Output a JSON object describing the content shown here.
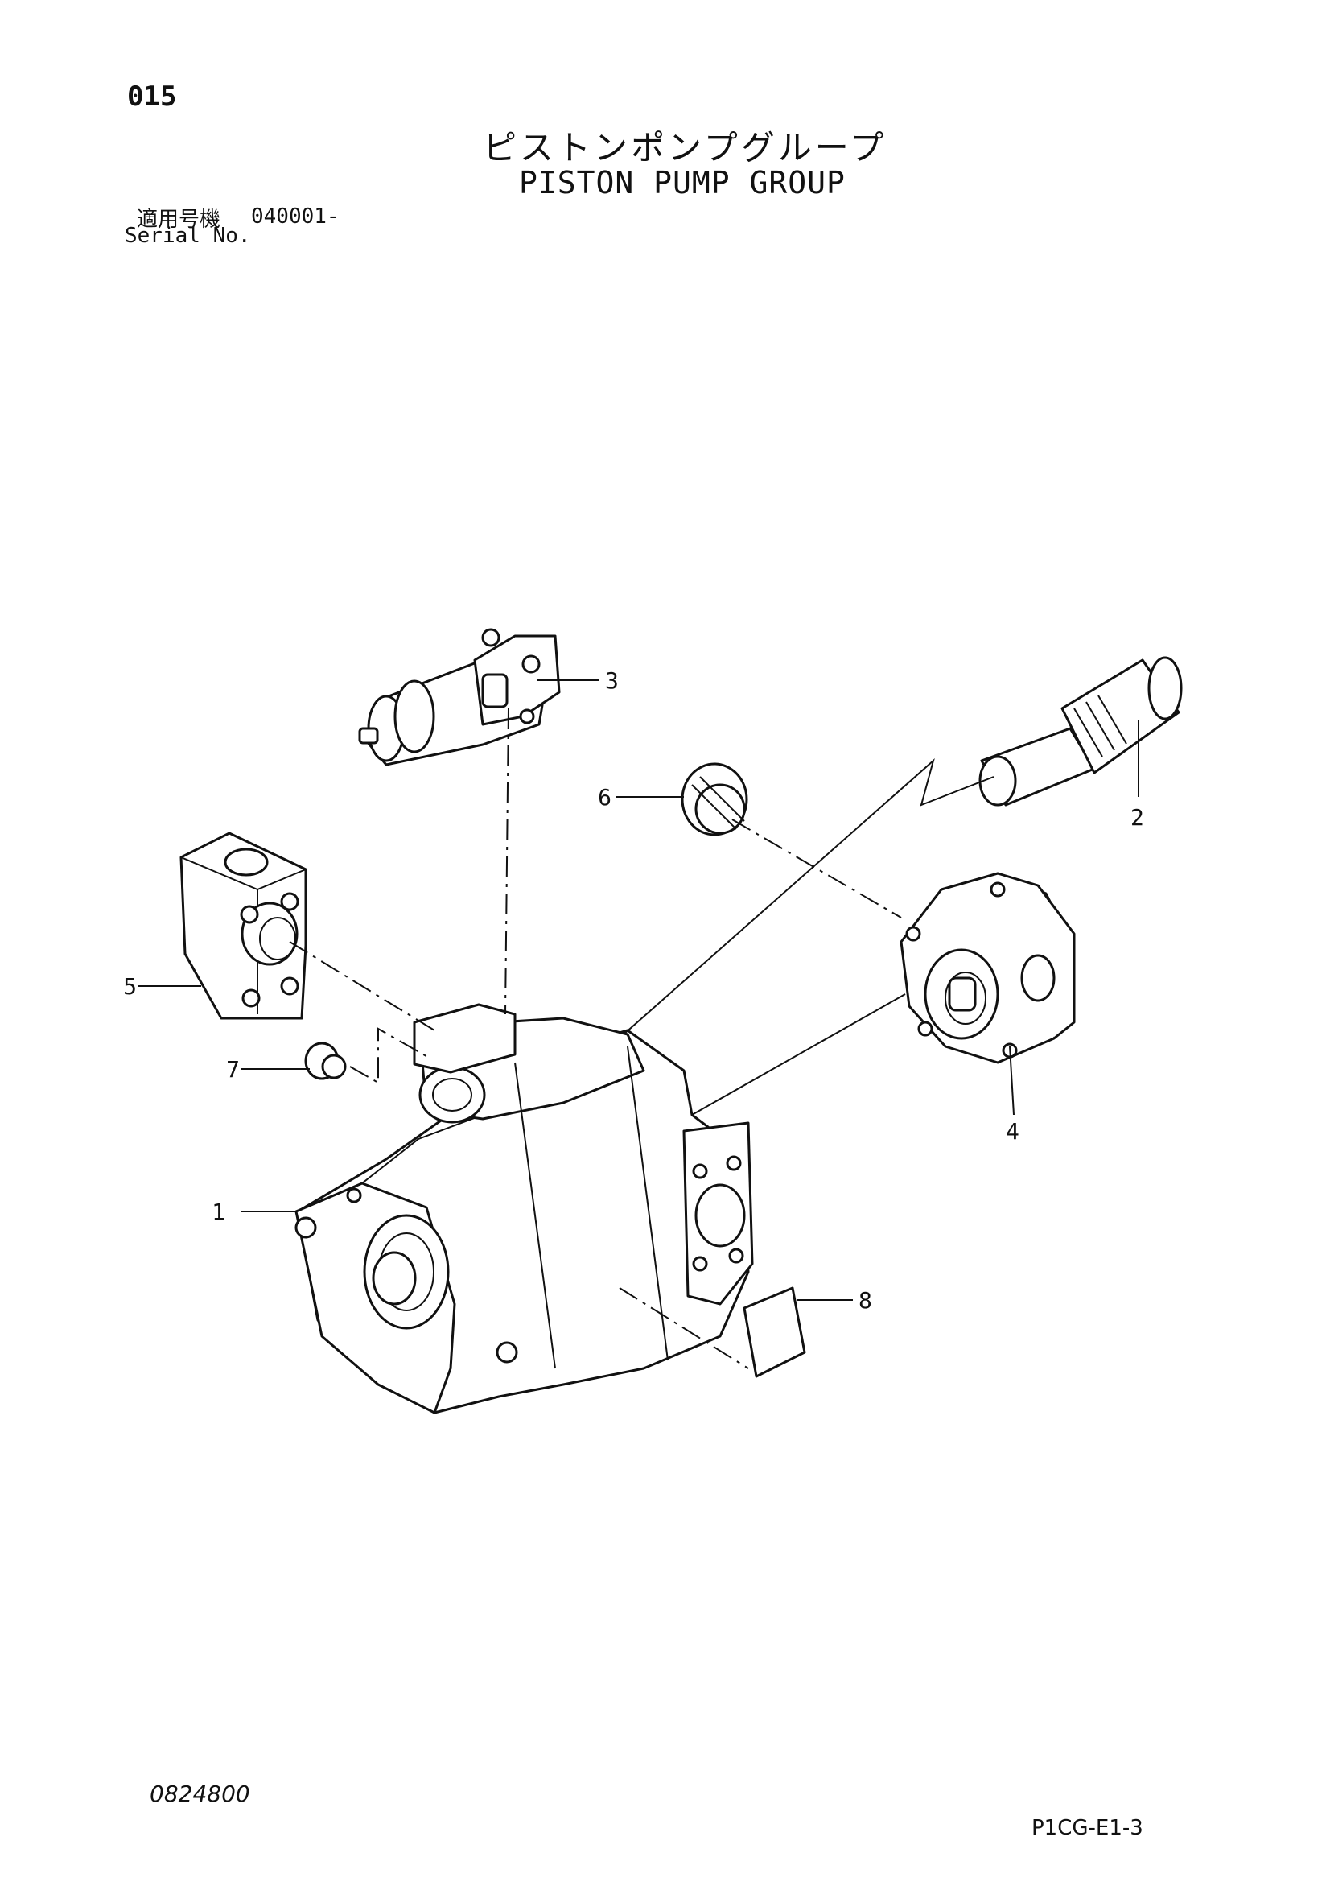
{
  "page_number": "015",
  "title_ja": "ピストンポンプグループ",
  "title_en": "PISTON PUMP GROUP",
  "serial_label_ja": "適用号機",
  "serial_value": "040001-",
  "serial_label_en": "Serial No.",
  "drawing_number": "0824800",
  "page_code": "P1CG-E1-3",
  "callouts": [
    "1",
    "2",
    "3",
    "4",
    "5",
    "6",
    "7",
    "8"
  ]
}
